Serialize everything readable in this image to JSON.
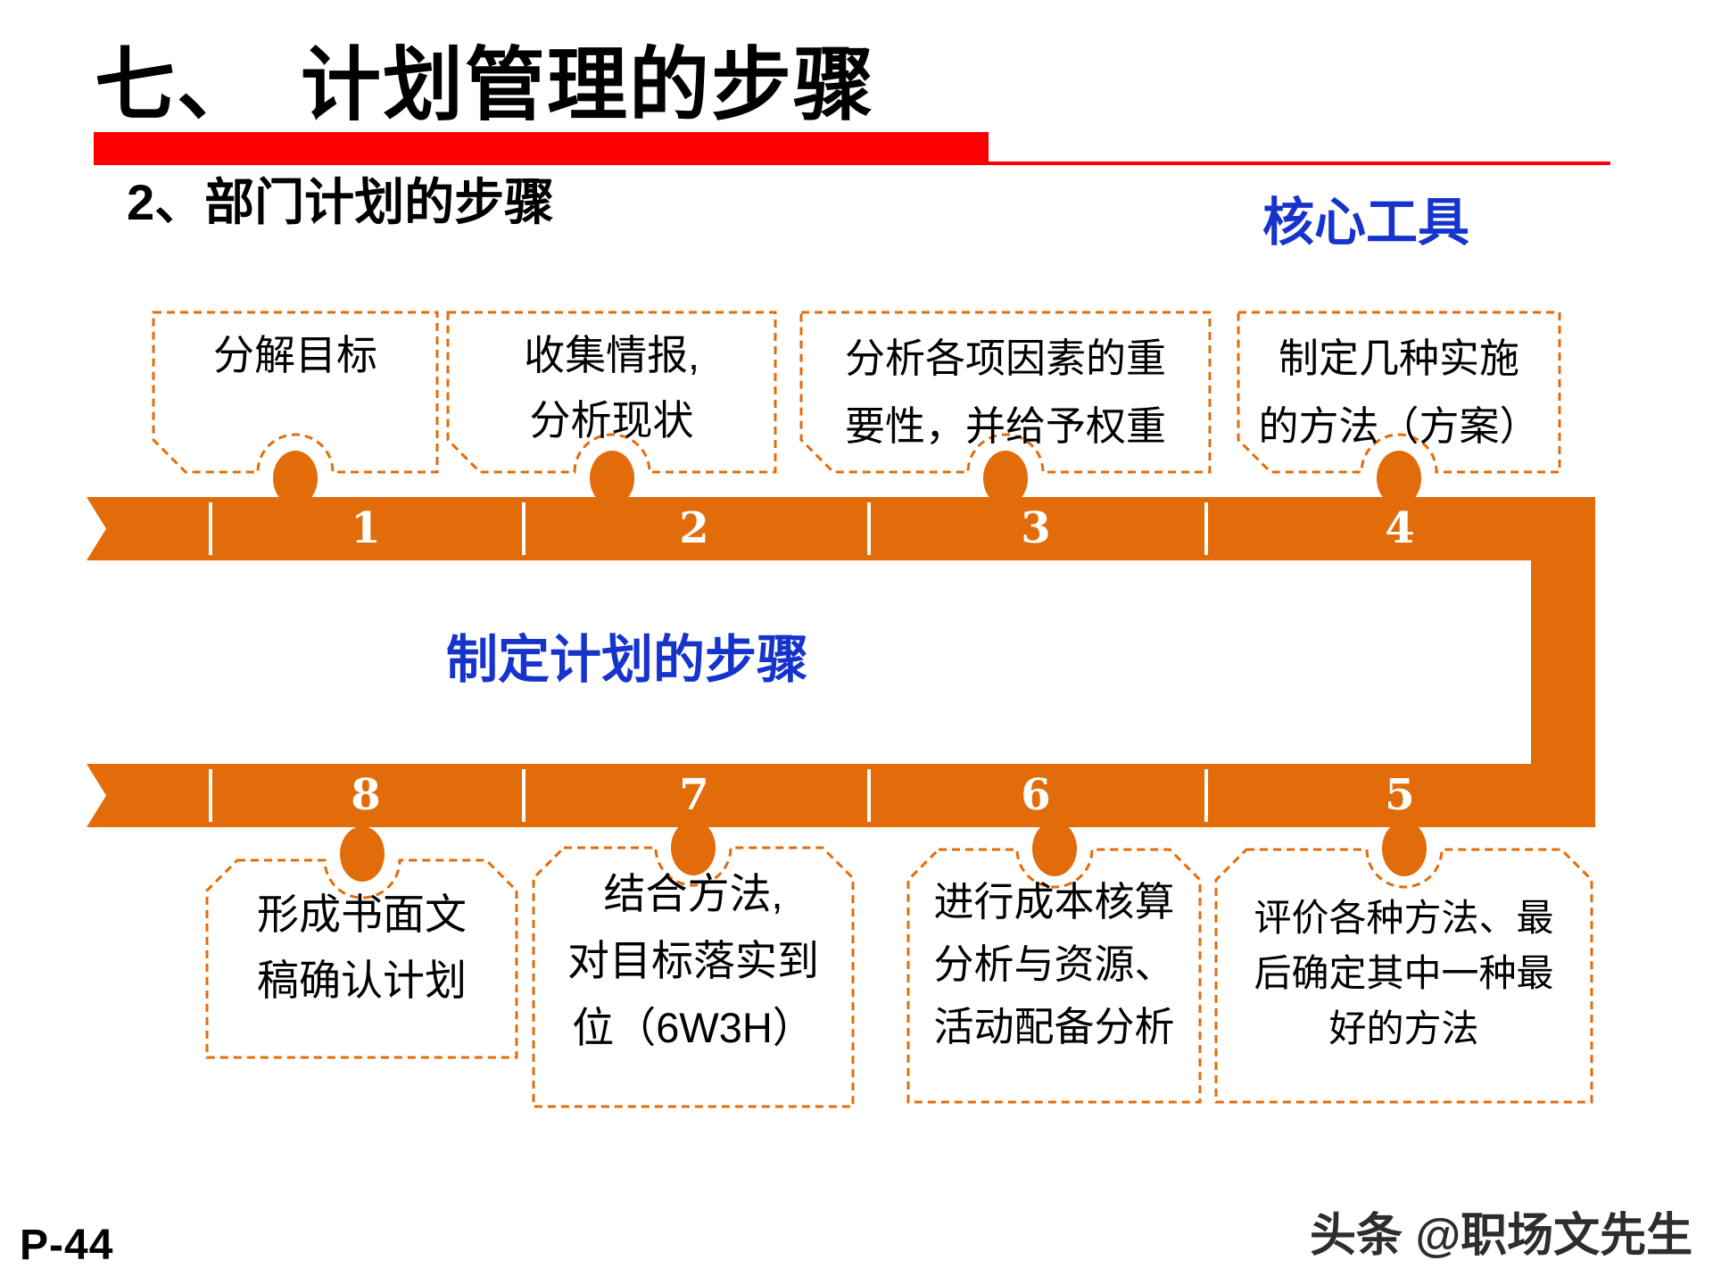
{
  "header": {
    "title": "七、　计划管理的步骤",
    "subtitle": "2、部门计划的步骤",
    "core_tool_label": "核心工具"
  },
  "diagram": {
    "center_label": "制定计划的步骤",
    "top_steps": [
      {
        "number": "1",
        "lines": [
          "分解目标"
        ]
      },
      {
        "number": "2",
        "lines": [
          "收集情报,",
          "分析现状"
        ]
      },
      {
        "number": "3",
        "lines": [
          "分析各项因素的重",
          "要性，并给予权重"
        ]
      },
      {
        "number": "4",
        "lines": [
          "制定几种实施",
          "的方法（方案）"
        ]
      }
    ],
    "bottom_steps": [
      {
        "number": "8",
        "lines": [
          "形成书面文",
          "稿确认计划"
        ]
      },
      {
        "number": "7",
        "lines": [
          "结合方法,",
          "对目标落实到",
          "位（6W3H）"
        ]
      },
      {
        "number": "6",
        "lines": [
          "进行成本核算",
          "分析与资源、",
          "活动配备分析"
        ]
      },
      {
        "number": "5",
        "lines": [
          "评价各种方法、最",
          "后确定其中一种最",
          "好的方法"
        ]
      }
    ]
  },
  "footer": {
    "page_number": "P-44",
    "watermark": "头条 @职场文先生"
  },
  "colors": {
    "accent_orange": "#e36c0a",
    "accent_red": "#ff0000",
    "accent_blue": "#1633cc"
  }
}
